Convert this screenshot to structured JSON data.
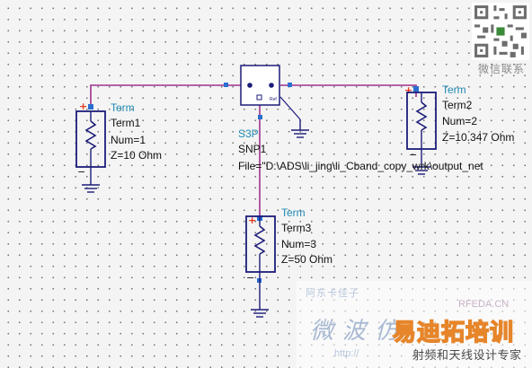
{
  "components": {
    "term1": {
      "type": "Term",
      "name": "Term1",
      "num": "Num=1",
      "z": "Z=10 Ohm"
    },
    "term2": {
      "type": "Term",
      "name": "Term2",
      "num": "Num=2",
      "z": "Z=10.347 Ohm"
    },
    "term3": {
      "type": "Term",
      "name": "Term3",
      "num": "Num=3",
      "z": "Z=50 Ohm"
    },
    "s3p": {
      "type": "S3P",
      "name": "SNP1",
      "file": "File=\"D:\\ADS\\li_jing\\li_Cband_copy_wrk\\output_net",
      "port_ref_label": "Ref"
    }
  },
  "watermark": {
    "qr_caption": "微信联系",
    "top_left": "阿东卡佳子",
    "rfeda": "RFEDA.CN",
    "brush": "微波仿",
    "big": "易迪拓培训",
    "url": "http://",
    "sub": "射频和天线设计专家"
  },
  "colors": {
    "wire": "#a0308e",
    "component_body": "#1c1c7a",
    "label_cyan": "#1f8ab3",
    "label_black": "#111111",
    "port_red": "#e8391d",
    "port_blue": "#2a6fd0",
    "watermark_orange": "#e6852a"
  }
}
